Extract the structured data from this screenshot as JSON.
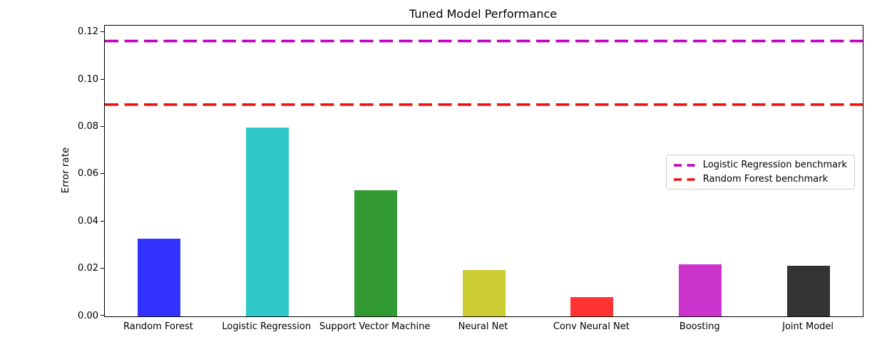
{
  "chart_data": {
    "type": "bar",
    "title": "Tuned Model Performance",
    "xlabel": "",
    "ylabel": "Error rate",
    "categories": [
      "Random Forest",
      "Logistic Regression",
      "Support Vector Machine",
      "Neural Net",
      "Conv Neural Net",
      "Boosting",
      "Joint Model"
    ],
    "values": [
      0.033,
      0.08,
      0.0535,
      0.0195,
      0.008,
      0.022,
      0.0213
    ],
    "bar_colors": [
      "#3333ff",
      "#30c8c8",
      "#339933",
      "#cccc33",
      "#ff3333",
      "#cc33cc",
      "#333333"
    ],
    "ylim": [
      0,
      0.123
    ],
    "yticks": [
      0,
      0.02,
      0.04,
      0.06,
      0.08,
      0.1,
      0.12
    ],
    "ytick_labels": [
      "0.00",
      "0.02",
      "0.04",
      "0.06",
      "0.08",
      "0.10",
      "0.12"
    ],
    "grid": false,
    "legend_position": "center-right",
    "benchmark_lines": [
      {
        "label": "Logistic Regression benchmark",
        "value": 0.1165,
        "color": "#bf00bf",
        "style": "dashed"
      },
      {
        "label": "Random Forest benchmark",
        "value": 0.0896,
        "color": "#ee1111",
        "style": "dashed"
      }
    ]
  }
}
